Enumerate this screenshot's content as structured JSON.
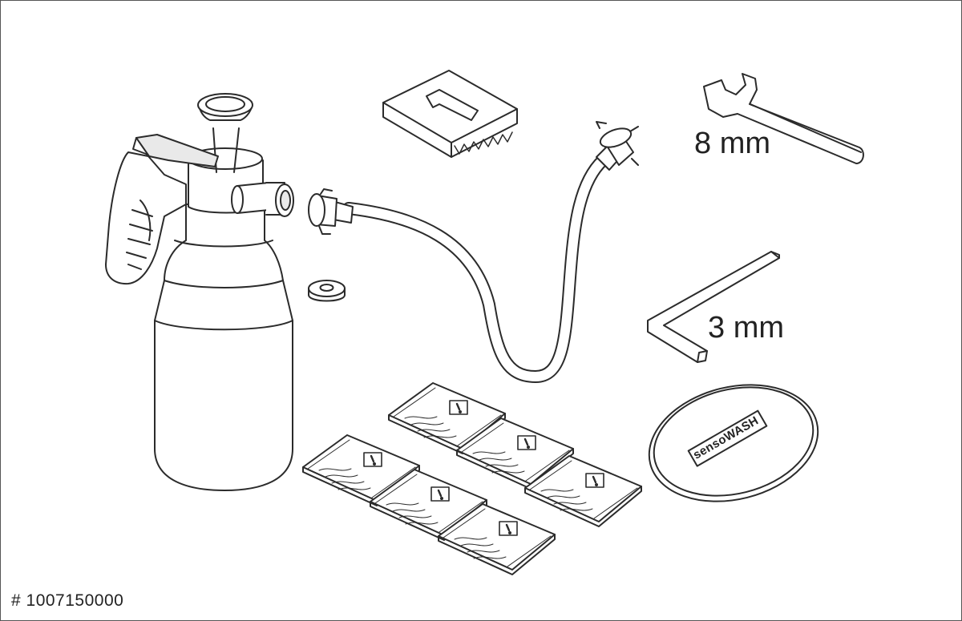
{
  "labels": {
    "wrench_size": "8 mm",
    "hex_key_size": "3 mm",
    "part_number": "# 1007150000",
    "disc_brand": "sensoWASH"
  },
  "colors": {
    "line": "#2b2b2b",
    "fill": "#ffffff",
    "shade": "#e9e9e9"
  },
  "sachets": {
    "count": 6,
    "icon": "warning-icon"
  }
}
